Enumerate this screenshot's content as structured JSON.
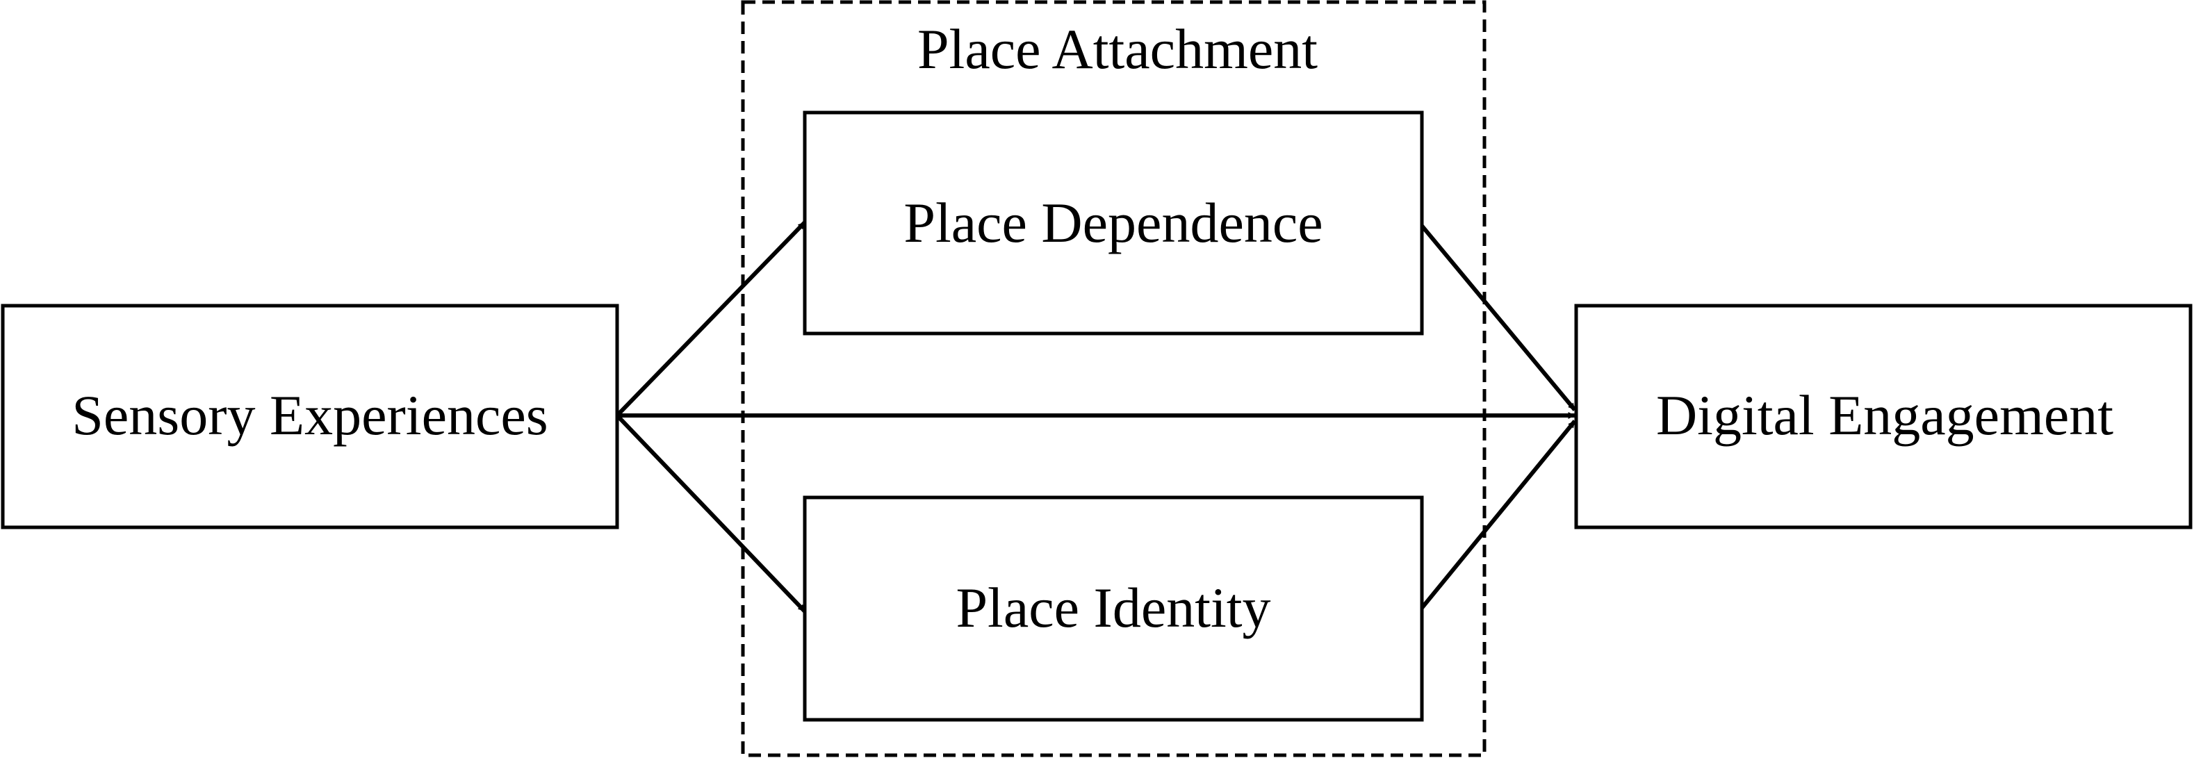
{
  "diagram": {
    "group": {
      "label": "Place Attachment"
    },
    "nodes": {
      "sensory": {
        "label": "Sensory Experiences"
      },
      "dependence": {
        "label": "Place Dependence"
      },
      "identity": {
        "label": "Place Identity"
      },
      "digital": {
        "label": "Digital Engagement"
      }
    },
    "edges": [
      {
        "from": "sensory",
        "to": "dependence"
      },
      {
        "from": "sensory",
        "to": "identity"
      },
      {
        "from": "sensory",
        "to": "digital"
      },
      {
        "from": "dependence",
        "to": "digital"
      },
      {
        "from": "identity",
        "to": "digital"
      }
    ],
    "colors": {
      "stroke": "#000000",
      "background": "#ffffff"
    }
  }
}
